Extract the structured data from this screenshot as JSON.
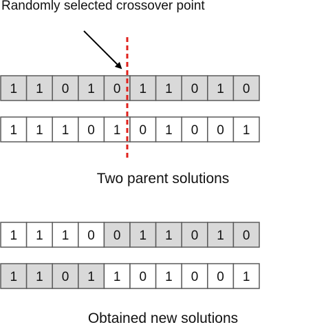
{
  "labels": {
    "crossover_point": "Randomly selected crossover point",
    "parents_caption": "Two parent  solutions",
    "new_caption": "Obtained new solutions"
  },
  "crossover_index": 4,
  "colors": {
    "shaded_cell": "#d9d9d9",
    "plain_cell": "#ffffff",
    "cell_border": "#5a5a5a",
    "cut_line": "#e0201b",
    "arrow": "#000000"
  },
  "rows": [
    {
      "name": "parent-1",
      "bits": [
        "1",
        "1",
        "0",
        "1",
        "0",
        "1",
        "1",
        "0",
        "1",
        "0"
      ],
      "shaded": [
        true,
        true,
        true,
        true,
        true,
        true,
        true,
        true,
        true,
        true
      ]
    },
    {
      "name": "parent-2",
      "bits": [
        "1",
        "1",
        "1",
        "0",
        "1",
        "0",
        "1",
        "0",
        "0",
        "1"
      ],
      "shaded": [
        false,
        false,
        false,
        false,
        false,
        false,
        false,
        false,
        false,
        false
      ]
    },
    {
      "name": "child-1",
      "bits": [
        "1",
        "1",
        "1",
        "0",
        "0",
        "1",
        "1",
        "0",
        "1",
        "0"
      ],
      "shaded": [
        false,
        false,
        false,
        false,
        true,
        true,
        true,
        true,
        true,
        true
      ]
    },
    {
      "name": "child-2",
      "bits": [
        "1",
        "1",
        "0",
        "1",
        "1",
        "0",
        "1",
        "0",
        "0",
        "1"
      ],
      "shaded": [
        true,
        true,
        true,
        true,
        false,
        false,
        false,
        false,
        false,
        false
      ]
    }
  ]
}
